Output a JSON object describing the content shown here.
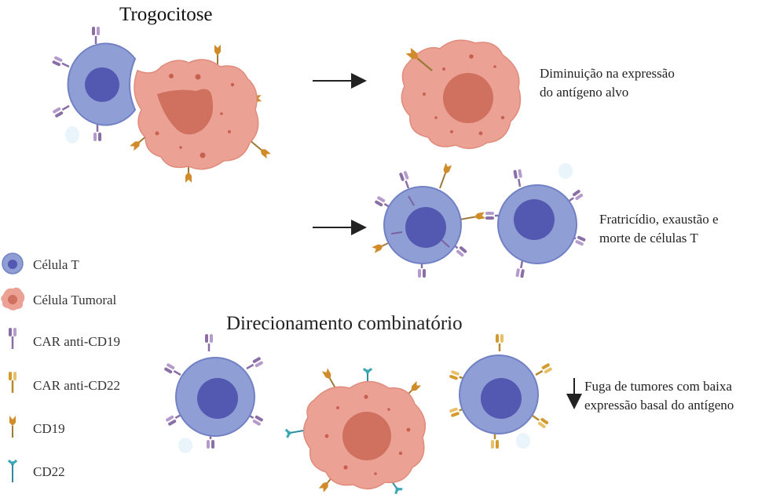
{
  "titles": {
    "trogocytosis": "Trogocitose",
    "combinatorial": "Direcionamento combinatório"
  },
  "descriptions": {
    "antigen_loss_1": "Diminuição na expressão",
    "antigen_loss_2": "do antígeno alvo",
    "fratricide_1": "Fratricídio, exaustão e",
    "fratricide_2": "morte de células T",
    "escape_1": "Fuga de tumores com baixa",
    "escape_2": "expressão basal do antígeno"
  },
  "legend": {
    "t_cell": "Célula T",
    "tumor_cell": "Célula Tumoral",
    "car_cd19": "CAR anti-CD19",
    "car_cd22": "CAR anti-CD22",
    "cd19": "CD19",
    "cd22": "CD22"
  },
  "colors": {
    "t_cell_outer": "#8f9fd6",
    "t_cell_nucleus": "#5358b0",
    "tumor_body": "#eba193",
    "tumor_nucleus": "#d0705f",
    "car_cd19": "#8a6fa6",
    "car_cd22": "#d9a23a",
    "cd19": "#d08c2a",
    "cd22": "#3aa7b7"
  }
}
